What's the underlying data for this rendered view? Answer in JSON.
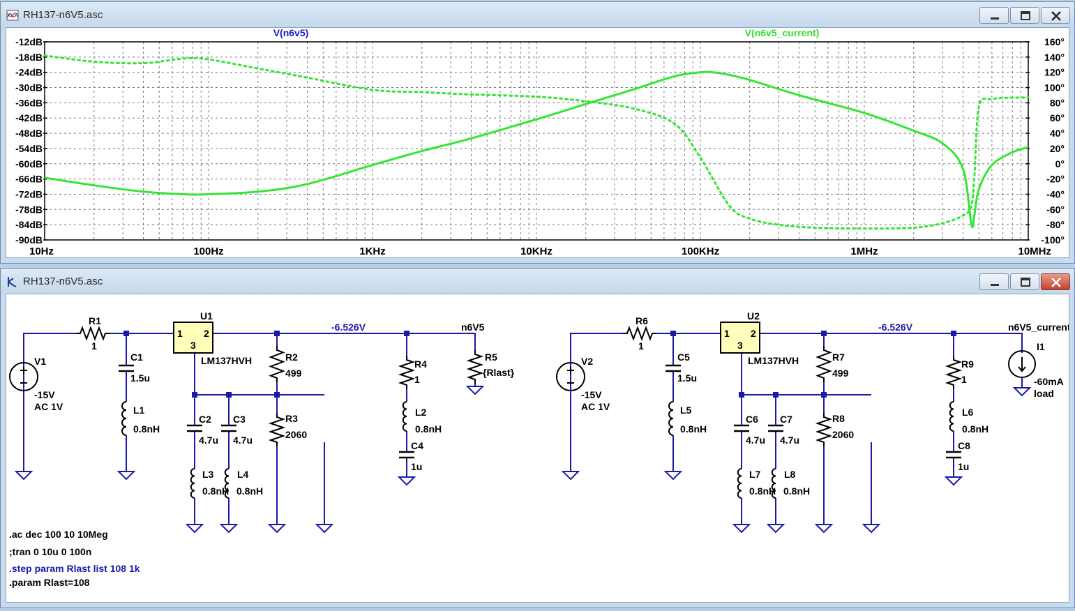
{
  "plot_window": {
    "title": "RH137-n6V5.asc",
    "controls": [
      "minimize",
      "maximize",
      "close"
    ]
  },
  "schematic_window": {
    "title": "RH137-n6V5.asc",
    "controls": [
      "minimize",
      "maximize",
      "close"
    ]
  },
  "chart_data": {
    "type": "line",
    "x_scale": "log",
    "x_range_hz": [
      10,
      10000000
    ],
    "x_tick_labels": [
      "10Hz",
      "100Hz",
      "1KHz",
      "10KHz",
      "100KHz",
      "1MHz",
      "10MHz"
    ],
    "y_left_label_unit": "dB",
    "y_left_range": [
      -90,
      -12
    ],
    "y_left_tick_labels": [
      "-12dB",
      "-18dB",
      "-24dB",
      "-30dB",
      "-36dB",
      "-42dB",
      "-48dB",
      "-54dB",
      "-60dB",
      "-66dB",
      "-72dB",
      "-78dB",
      "-84dB",
      "-90dB"
    ],
    "y_right_range": [
      -100,
      160
    ],
    "y_right_tick_labels": [
      "160°",
      "140°",
      "120°",
      "100°",
      "80°",
      "60°",
      "40°",
      "20°",
      "0°",
      "-20°",
      "-40°",
      "-60°",
      "-80°",
      "-100°"
    ],
    "grid": true,
    "series": [
      {
        "name": "V(n6v5)",
        "color": "#1a1acc",
        "magnitude_db": [],
        "phase_deg": []
      },
      {
        "name": "V(n6v5_current)",
        "color": "#33e633",
        "magnitude_x_hz": [
          10,
          20,
          40,
          70,
          100,
          200,
          400,
          1000,
          2000,
          4000,
          10000,
          20000,
          40000,
          70000,
          100000,
          120000,
          150000,
          200000,
          400000,
          1000000,
          2000000,
          3000000,
          4000000,
          4500000,
          4700000,
          5000000,
          6000000,
          8000000,
          10000000
        ],
        "magnitude_db": [
          -65.5,
          -68.5,
          -71,
          -72,
          -72,
          -71,
          -68,
          -60.5,
          -55,
          -50,
          -42.5,
          -36.5,
          -30.5,
          -25.5,
          -24,
          -24,
          -25,
          -27,
          -33,
          -40,
          -47,
          -52,
          -62,
          -84,
          -80,
          -70,
          -60.5,
          -55.5,
          -53.5
        ],
        "phase_x_hz": [
          10,
          20,
          40,
          70,
          100,
          200,
          400,
          1000,
          2000,
          4000,
          10000,
          20000,
          40000,
          70000,
          100000,
          150000,
          200000,
          300000,
          500000,
          1000000,
          2000000,
          3000000,
          4000000,
          4500000,
          4700000,
          5000000,
          6000000,
          10000000
        ],
        "phase_deg": [
          142,
          134,
          132,
          138,
          137,
          125,
          113,
          97,
          94,
          91,
          88,
          82,
          72,
          52,
          8,
          -55,
          -72,
          -80,
          -84,
          -85,
          -84,
          -78,
          -68,
          -55,
          -15,
          75,
          85,
          87
        ]
      }
    ]
  },
  "schematic": {
    "components": [
      {
        "ref": "V1",
        "value": "-15V",
        "value2": "AC 1V"
      },
      {
        "ref": "R1",
        "value": "1"
      },
      {
        "ref": "C1",
        "value": "1.5u"
      },
      {
        "ref": "L1",
        "value": "0.8nH"
      },
      {
        "ref": "U1",
        "value": "LM137HVH",
        "pin1": "1",
        "pin2": "2",
        "pin3": "3"
      },
      {
        "ref": "C2",
        "value": "4.7u"
      },
      {
        "ref": "C3",
        "value": "4.7u"
      },
      {
        "ref": "L3",
        "value": "0.8nH"
      },
      {
        "ref": "L4",
        "value": "0.8nH"
      },
      {
        "ref": "R2",
        "value": "499"
      },
      {
        "ref": "R3",
        "value": "2060"
      },
      {
        "ref": "R4",
        "value": "1"
      },
      {
        "ref": "L2",
        "value": "0.8nH"
      },
      {
        "ref": "C4",
        "value": "1u"
      },
      {
        "ref": "R5",
        "value": "{Rlast}"
      },
      {
        "ref": "V2",
        "value": "-15V",
        "value2": "AC 1V"
      },
      {
        "ref": "R6",
        "value": "1"
      },
      {
        "ref": "C5",
        "value": "1.5u"
      },
      {
        "ref": "L5",
        "value": "0.8nH"
      },
      {
        "ref": "U2",
        "value": "LM137HVH",
        "pin1": "1",
        "pin2": "2",
        "pin3": "3"
      },
      {
        "ref": "C6",
        "value": "4.7u"
      },
      {
        "ref": "C7",
        "value": "4.7u"
      },
      {
        "ref": "L7",
        "value": "0.8nH"
      },
      {
        "ref": "L8",
        "value": "0.8nH"
      },
      {
        "ref": "R7",
        "value": "499"
      },
      {
        "ref": "R8",
        "value": "2060"
      },
      {
        "ref": "R9",
        "value": "1"
      },
      {
        "ref": "L6",
        "value": "0.8nH"
      },
      {
        "ref": "C8",
        "value": "1u"
      },
      {
        "ref": "I1",
        "value": "-60mA",
        "value2": "load"
      }
    ],
    "net_labels": [
      "-6.526V",
      "n6V5",
      "-6.526V",
      "n6V5_current"
    ],
    "directives": [
      ".ac dec 100 10 10Meg",
      ";tran 0 10u 0 100n",
      ".step param Rlast list 108 1k",
      ".param Rlast=108"
    ]
  }
}
